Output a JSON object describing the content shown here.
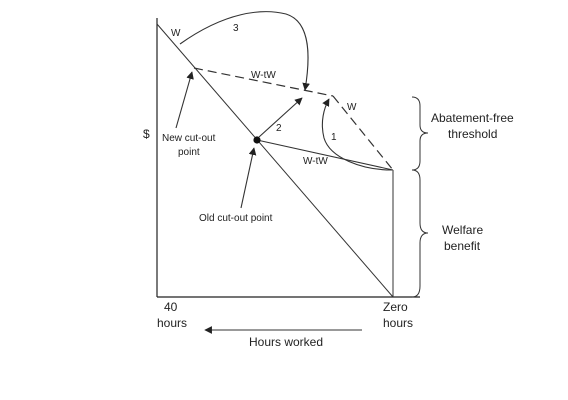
{
  "diagram": {
    "y_axis_label": "$",
    "x_axis": {
      "left_label_line1": "40",
      "left_label_line2": "hours",
      "right_label_line1": "Zero",
      "right_label_line2": "hours",
      "direction_label": "Hours worked"
    },
    "segments": {
      "upper_w": "W",
      "dashed_wtw": "W-tW",
      "dashed_w": "W",
      "lower_wtw": "W-tW"
    },
    "arrows": {
      "arrow_1": "1",
      "arrow_2": "2",
      "arrow_3": "3"
    },
    "points": {
      "new_cutout_line1": "New cut-out",
      "new_cutout_line2": "point",
      "old_cutout": "Old cut-out point"
    },
    "braces": {
      "threshold_line1": "Abatement-free",
      "threshold_line2": "threshold",
      "benefit_line1": "Welfare",
      "benefit_line2": "benefit"
    }
  }
}
